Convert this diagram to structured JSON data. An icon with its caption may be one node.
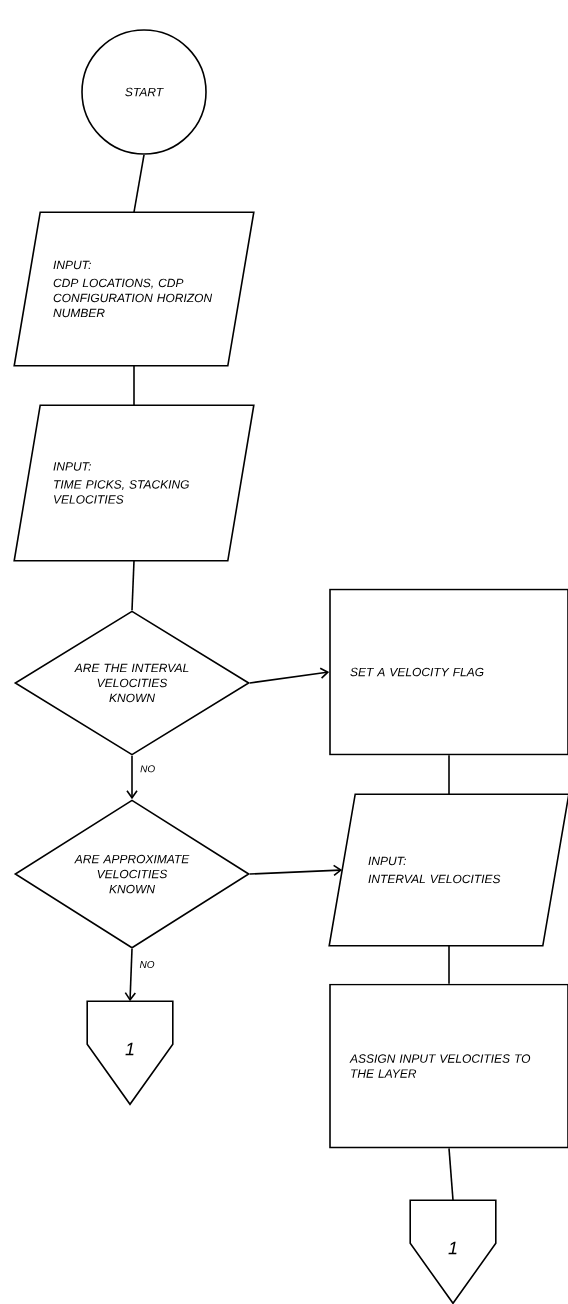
{
  "diagram": {
    "nodes": [
      {
        "text": [
          "START"
        ]
      },
      {
        "text": [
          "INPUT:",
          "CDP LOCATIONS, CDP CONFIGURATION HORIZON NUMBER"
        ]
      },
      {
        "text": [
          "INPUT:",
          "TIME PICKS, STACKING VELOCITIES"
        ]
      },
      {
        "text": [
          "ARE THE INTERVAL VELOCITIES KNOWN"
        ]
      },
      {
        "text": [
          "SET A VELOCITY FLAG"
        ]
      },
      {
        "text": [
          "ARE APPROXIMATE VELOCITIES KNOWN"
        ]
      },
      {
        "text": [
          "INPUT:",
          "INTERVAL VELOCITIES"
        ]
      },
      {
        "text": [
          "1"
        ]
      },
      {
        "text": [
          "ASSIGN INPUT VELOCITIES TO THE LAYER"
        ]
      },
      {
        "text": [
          "1"
        ]
      }
    ],
    "edges": [
      {
        "from": 0,
        "to": 1,
        "arrow": "none"
      },
      {
        "from": 1,
        "to": 2,
        "arrow": "none"
      },
      {
        "from": 2,
        "to": 3,
        "arrow": "none"
      },
      {
        "from": 3,
        "to": 4,
        "arrow": "to"
      },
      {
        "from": 3,
        "to": 5,
        "arrow": "to",
        "label": "NO"
      },
      {
        "from": 4,
        "to": 6,
        "arrow": "none"
      },
      {
        "from": 5,
        "to": 6,
        "arrow": "to"
      },
      {
        "from": 5,
        "to": 7,
        "arrow": "to",
        "label": "NO"
      },
      {
        "from": 6,
        "to": 8,
        "arrow": "none"
      },
      {
        "from": 8,
        "to": 9,
        "arrow": "none"
      }
    ]
  }
}
